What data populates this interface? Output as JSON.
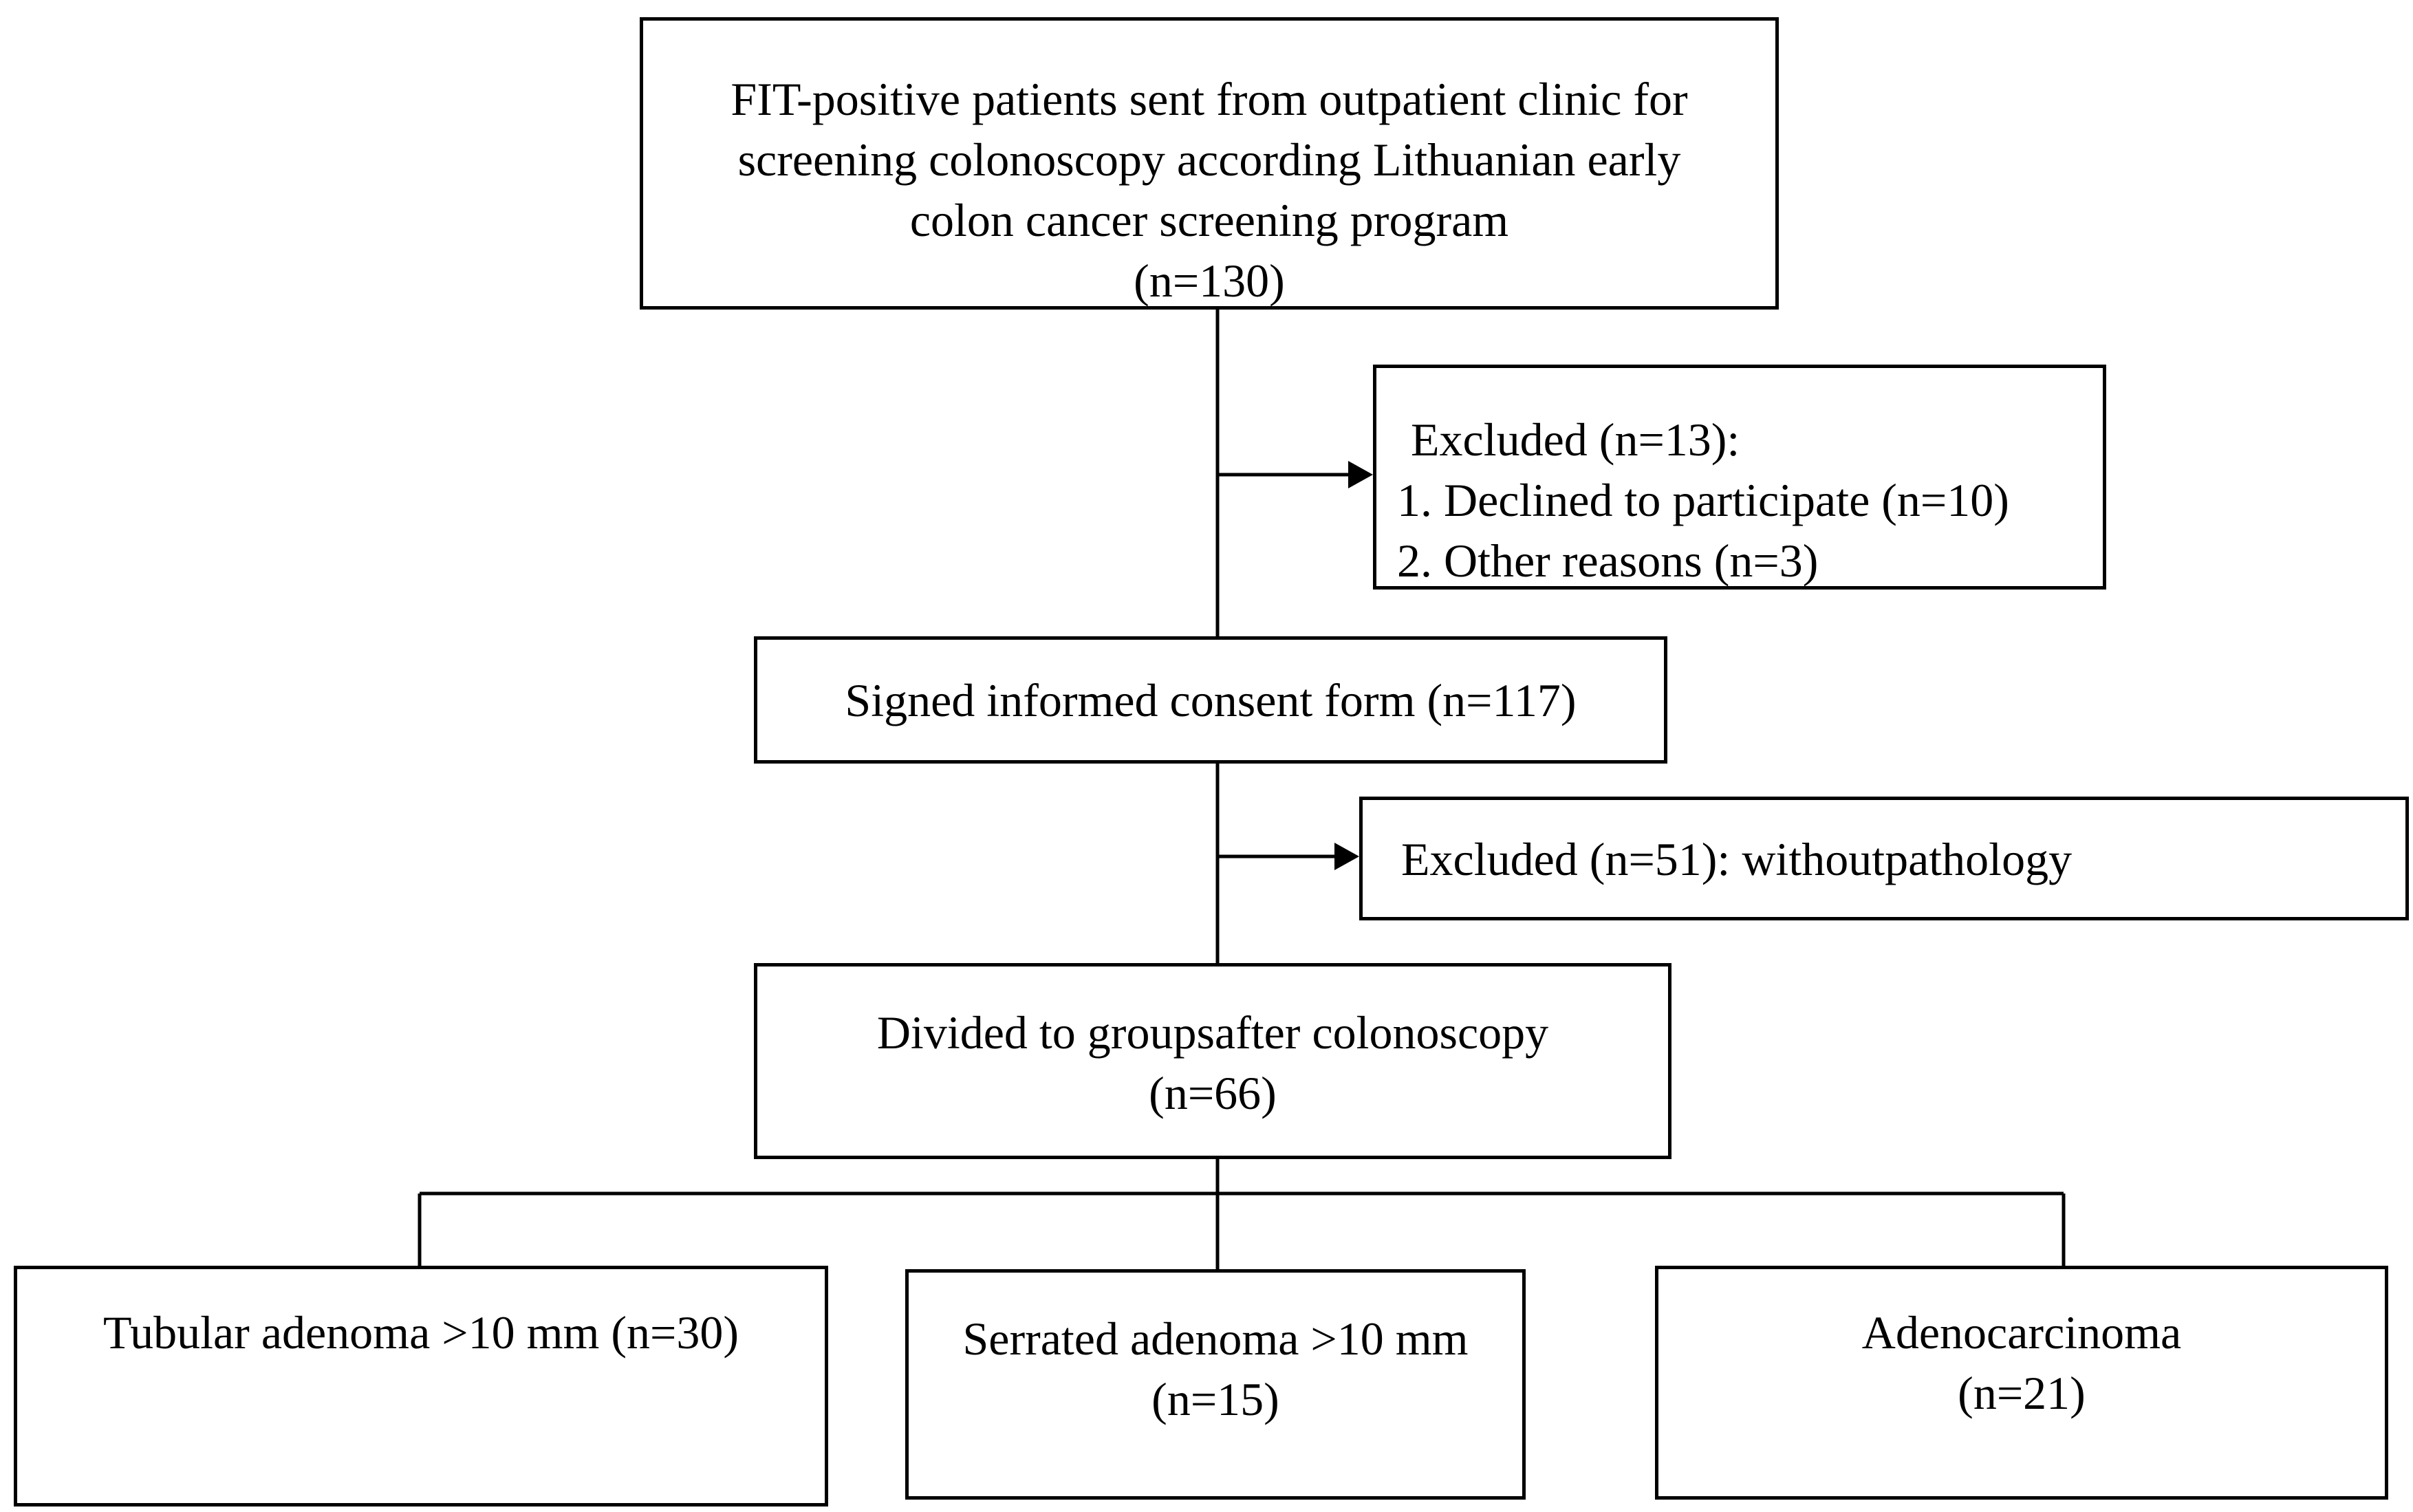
{
  "boxes": {
    "screened": {
      "lines": [
        "FIT-positive patients sent from outpatient clinic for",
        "screening colonoscopy according Lithuanian early",
        "colon cancer screening program",
        "(n=130)"
      ]
    },
    "excluded_1": {
      "heading": "Excluded (n=13):",
      "items": [
        "1.  Declined to participate (n=10)",
        "2.  Other reasons (n=3)"
      ]
    },
    "consent": {
      "text": "Signed informed consent form (n=117)"
    },
    "excluded_2": {
      "text": "Excluded (n=51): withoutpathology"
    },
    "divided": {
      "lines": [
        "Divided to groupsafter colonoscopy",
        "(n=66)"
      ]
    },
    "tubular": {
      "text": "Tubular adenoma >10 mm (n=30)"
    },
    "serrated": {
      "lines": [
        "Serrated adenoma >10 mm",
        "(n=15)"
      ]
    },
    "adenocarcinoma": {
      "lines": [
        "Adenocarcinoma",
        "(n=21)"
      ]
    }
  }
}
